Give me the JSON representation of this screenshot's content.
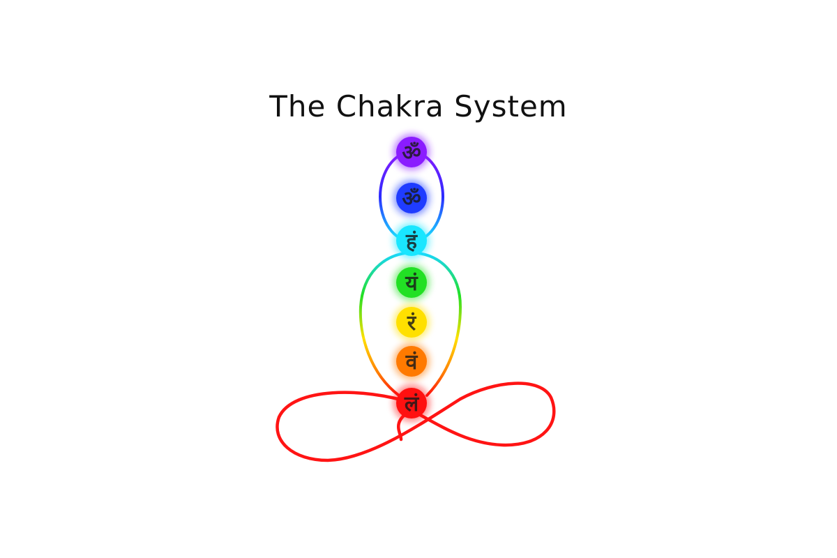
{
  "title": "The Chakra System",
  "colors": {
    "crown": "#8a1cff",
    "third_eye": "#1f3cff",
    "throat": "#19e6ff",
    "heart": "#22e024",
    "solar_plexus": "#ffe000",
    "sacral": "#ff7a00",
    "root": "#ff1010",
    "outline_dark": "#1a1a1a"
  },
  "chakras": [
    {
      "key": "crown",
      "syllable": "ॐ",
      "color": "#8a1cff"
    },
    {
      "key": "third_eye",
      "syllable": "ॐ",
      "color": "#1f3cff"
    },
    {
      "key": "throat",
      "syllable": "हं",
      "color": "#19e6ff"
    },
    {
      "key": "heart",
      "syllable": "यं",
      "color": "#22e024"
    },
    {
      "key": "solar_plexus",
      "syllable": "रं",
      "color": "#ffe000"
    },
    {
      "key": "sacral",
      "syllable": "वं",
      "color": "#ff7a00"
    },
    {
      "key": "root",
      "syllable": "लं",
      "color": "#ff1010"
    }
  ]
}
